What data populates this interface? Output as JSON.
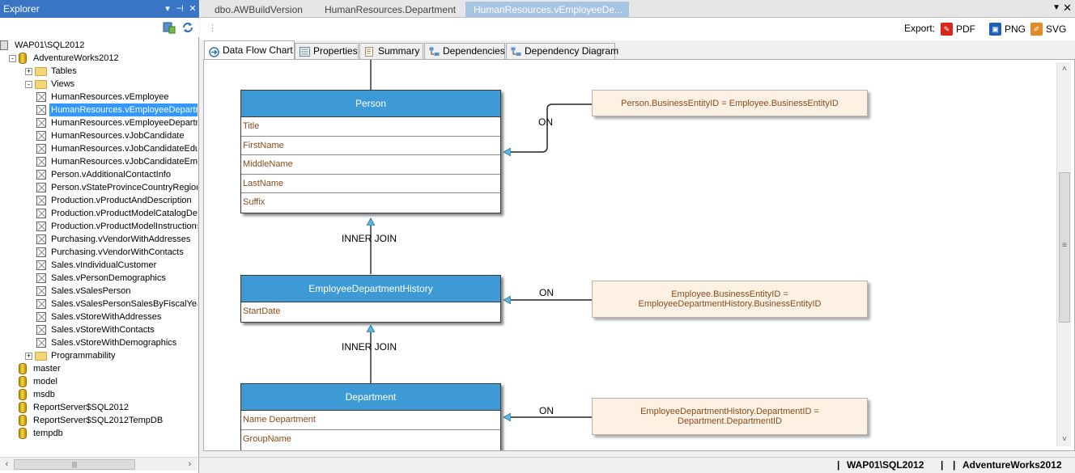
{
  "explorer": {
    "title": "Explorer",
    "tree": [
      {
        "label": "WAP01\\SQL2012",
        "icon": "server-icon"
      },
      {
        "label": "AdventureWorks2012",
        "icon": "database-icon"
      },
      {
        "label": "Tables",
        "icon": "folder-icon"
      },
      {
        "label": "Views",
        "icon": "folder-icon"
      },
      {
        "label": "HumanResources.vEmployee",
        "icon": "view-icon"
      },
      {
        "label": "HumanResources.vEmployeeDepartment",
        "icon": "view-icon",
        "selected": true
      },
      {
        "label": "HumanResources.vEmployeeDepartmentHistory",
        "icon": "view-icon"
      },
      {
        "label": "HumanResources.vJobCandidate",
        "icon": "view-icon"
      },
      {
        "label": "HumanResources.vJobCandidateEducation",
        "icon": "view-icon"
      },
      {
        "label": "HumanResources.vJobCandidateEmployment",
        "icon": "view-icon"
      },
      {
        "label": "Person.vAdditionalContactInfo",
        "icon": "view-icon"
      },
      {
        "label": "Person.vStateProvinceCountryRegion",
        "icon": "view-icon"
      },
      {
        "label": "Production.vProductAndDescription",
        "icon": "view-icon"
      },
      {
        "label": "Production.vProductModelCatalogDescription",
        "icon": "view-icon"
      },
      {
        "label": "Production.vProductModelInstructions",
        "icon": "view-icon"
      },
      {
        "label": "Purchasing.vVendorWithAddresses",
        "icon": "view-icon"
      },
      {
        "label": "Purchasing.vVendorWithContacts",
        "icon": "view-icon"
      },
      {
        "label": "Sales.vIndividualCustomer",
        "icon": "view-icon"
      },
      {
        "label": "Sales.vPersonDemographics",
        "icon": "view-icon"
      },
      {
        "label": "Sales.vSalesPerson",
        "icon": "view-icon"
      },
      {
        "label": "Sales.vSalesPersonSalesByFiscalYears",
        "icon": "view-icon"
      },
      {
        "label": "Sales.vStoreWithAddresses",
        "icon": "view-icon"
      },
      {
        "label": "Sales.vStoreWithContacts",
        "icon": "view-icon"
      },
      {
        "label": "Sales.vStoreWithDemographics",
        "icon": "view-icon"
      },
      {
        "label": "Programmability",
        "icon": "folder-icon"
      },
      {
        "label": "master",
        "icon": "database-icon"
      },
      {
        "label": "model",
        "icon": "database-icon"
      },
      {
        "label": "msdb",
        "icon": "database-icon"
      },
      {
        "label": "ReportServer$SQL2012",
        "icon": "database-icon"
      },
      {
        "label": "ReportServer$SQL2012TempDB",
        "icon": "database-icon"
      },
      {
        "label": "tempdb",
        "icon": "database-icon"
      }
    ]
  },
  "doc_tabs": [
    {
      "label": "dbo.AWBuildVersion"
    },
    {
      "label": "HumanResources.Department"
    },
    {
      "label": "HumanResources.vEmployeeDe..."
    }
  ],
  "export": {
    "label": "Export:",
    "pdf": "PDF",
    "png": "PNG",
    "svg": "SVG"
  },
  "view_tabs": [
    {
      "label": "Data Flow Chart"
    },
    {
      "label": "Properties"
    },
    {
      "label": "Summary"
    },
    {
      "label": "Dependencies"
    },
    {
      "label": "Dependency Diagram"
    }
  ],
  "diagram": {
    "tables": [
      {
        "name": "Person",
        "columns": [
          "Title",
          "FirstName",
          "MiddleName",
          "LastName",
          "Suffix"
        ]
      },
      {
        "name": "EmployeeDepartmentHistory",
        "columns": [
          "StartDate"
        ]
      },
      {
        "name": "Department",
        "columns": [
          "Name Department",
          "GroupName"
        ]
      }
    ],
    "conditions": [
      {
        "lines": [
          "Person.BusinessEntityID = Employee.BusinessEntityID"
        ]
      },
      {
        "lines": [
          "Employee.BusinessEntityID =",
          "EmployeeDepartmentHistory.BusinessEntityID"
        ]
      },
      {
        "lines": [
          "EmployeeDepartmentHistory.DepartmentID =",
          "Department.DepartmentID"
        ]
      }
    ],
    "join_labels": [
      "INNER JOIN",
      "INNER JOIN"
    ],
    "on_label": "ON",
    "colors": {
      "table_header": "#3d9ad4",
      "condition_bg": "#fdf1e4",
      "column_text": "#8a4a1a",
      "arrow": "#5bb8e6"
    }
  },
  "status": {
    "server": "WAP01\\SQL2012",
    "database": "AdventureWorks2012",
    "sep": "|"
  }
}
